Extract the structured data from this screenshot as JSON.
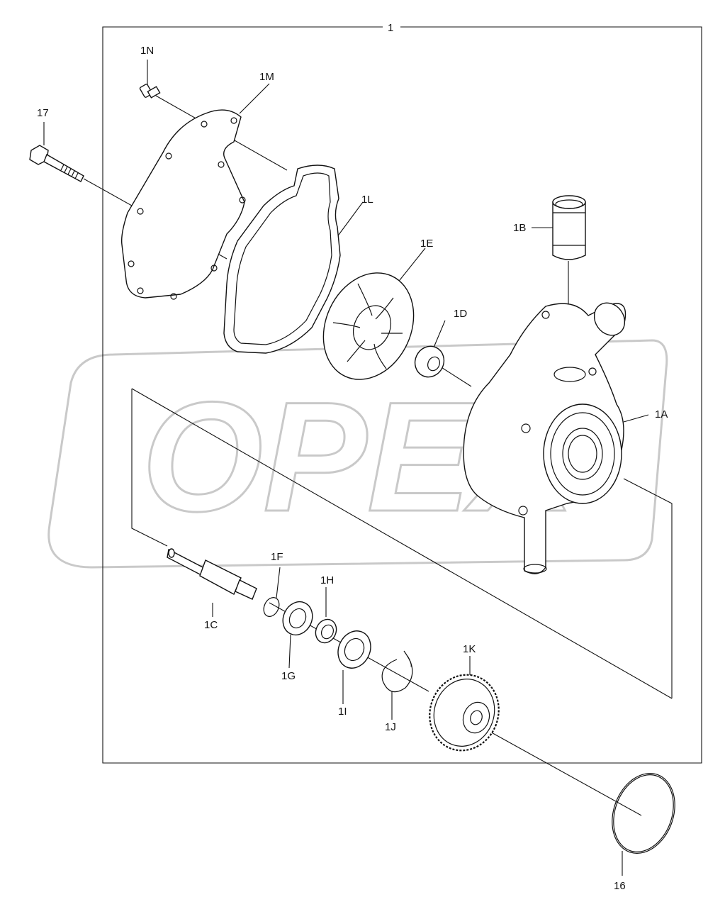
{
  "watermark": {
    "text": "OPEX"
  },
  "assembly": {
    "label": "1"
  },
  "callouts": {
    "c1N": "1N",
    "c1M": "1M",
    "c17": "17",
    "c1L": "1L",
    "c1E": "1E",
    "c1B": "1B",
    "c1D": "1D",
    "c1A": "1A",
    "c1F": "1F",
    "c1H": "1H",
    "c1C": "1C",
    "c1G": "1G",
    "c1I": "1I",
    "c1J": "1J",
    "c1K": "1K",
    "c16": "16"
  },
  "colors": {
    "line": "#111111",
    "watermark": "#c9c9c9",
    "background": "#ffffff"
  }
}
